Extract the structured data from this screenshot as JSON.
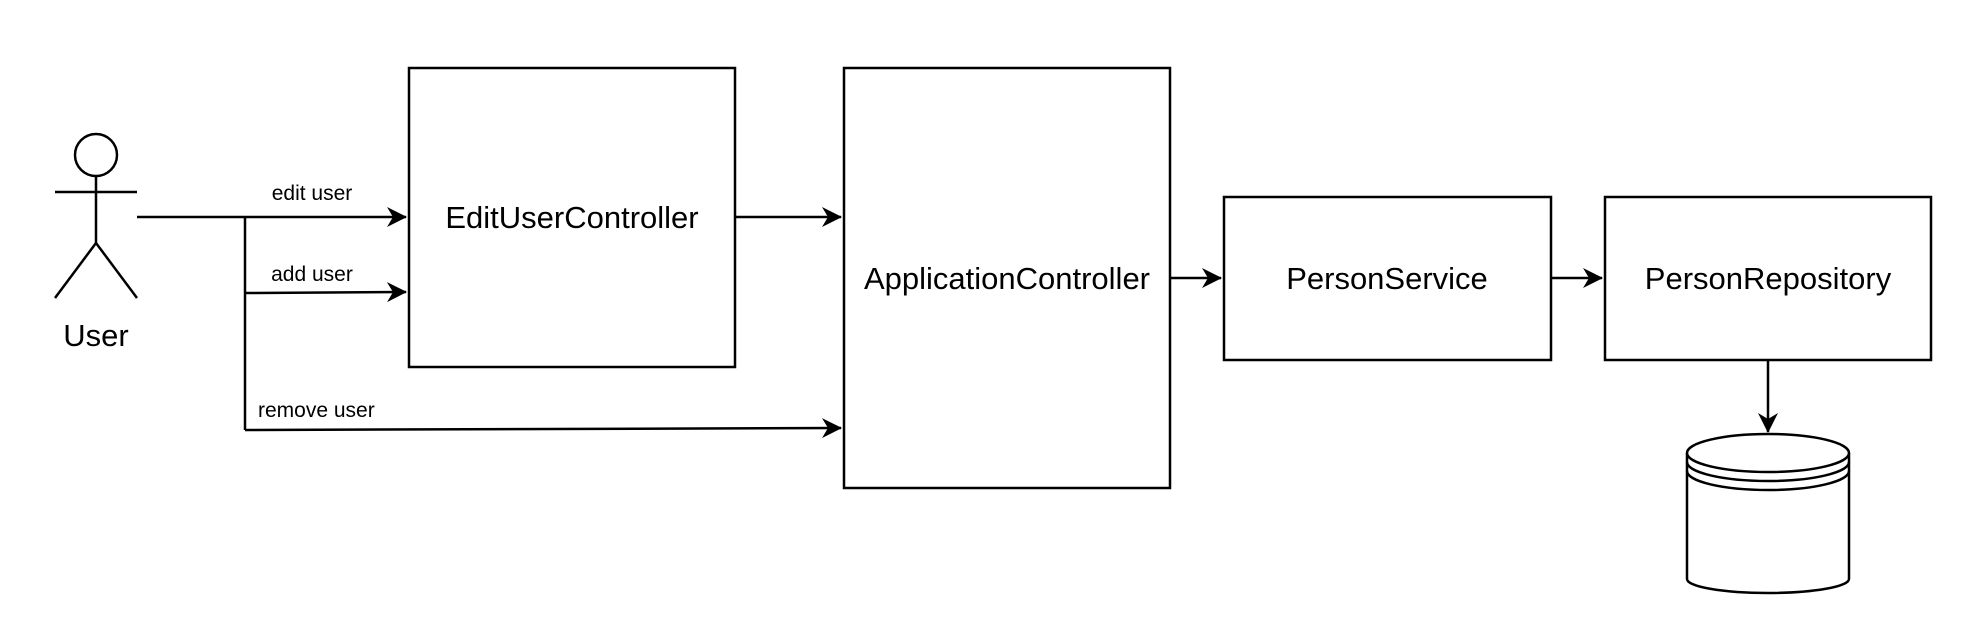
{
  "actor": {
    "label": "User"
  },
  "nodes": {
    "edit_user_controller": "EditUserController",
    "application_controller": "ApplicationController",
    "person_service": "PersonService",
    "person_repository": "PersonRepository"
  },
  "edges": {
    "edit_user": "edit user",
    "add_user": "add user",
    "remove_user": "remove user"
  },
  "colors": {
    "stroke": "#000000",
    "background": "#ffffff"
  }
}
